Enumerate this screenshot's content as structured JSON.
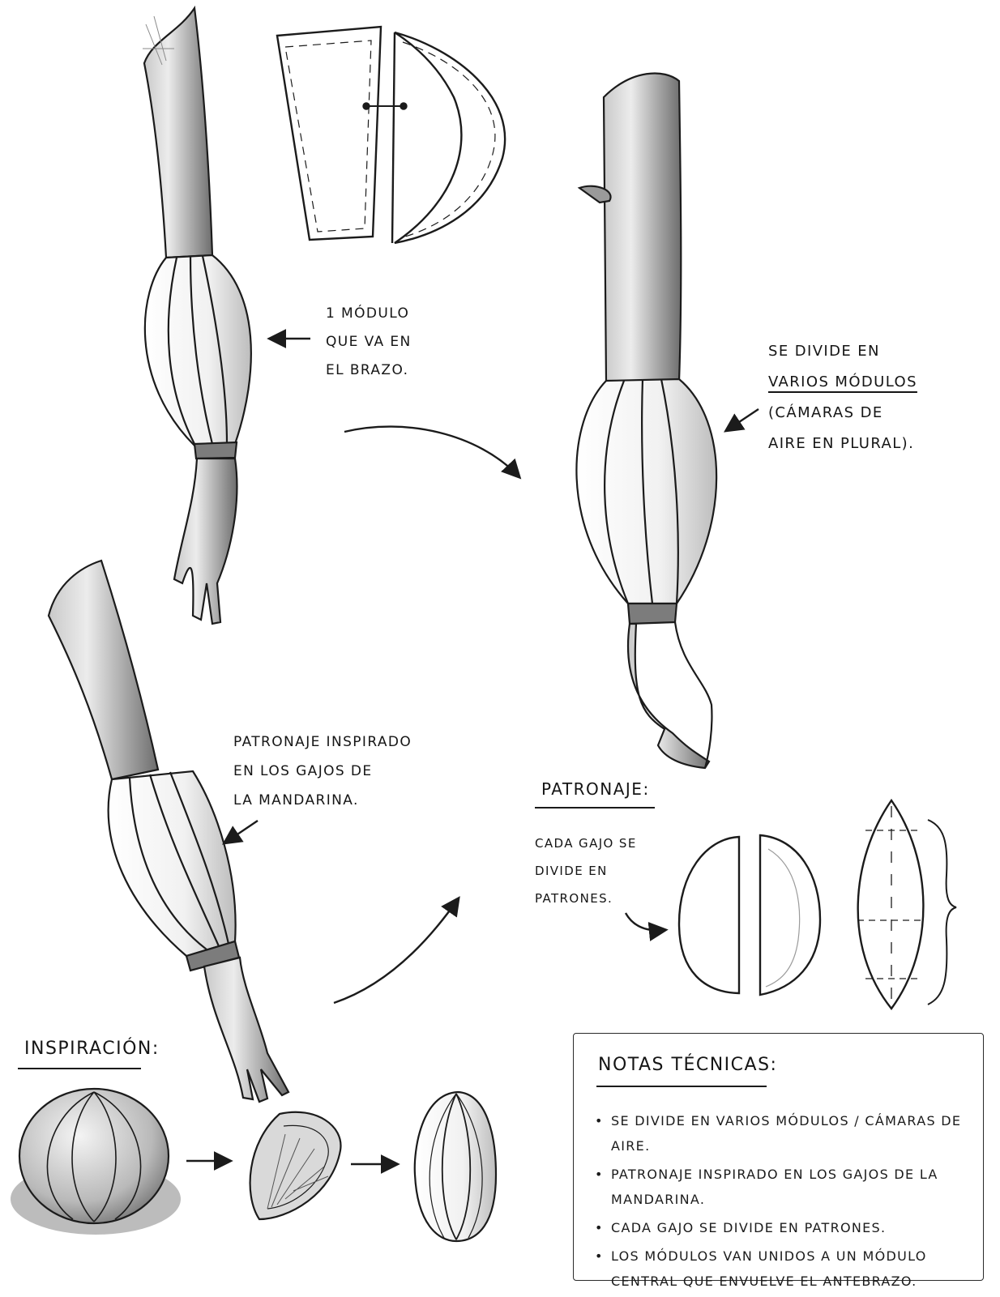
{
  "labels": {
    "one_module": [
      "1 MÓDULO",
      "QUE VA EN",
      "EL BRAZO."
    ],
    "divides": {
      "line1": "SE DIVIDE EN",
      "line2": "VARIOS MÓDULOS",
      "line3": "(CÁMARAS DE",
      "line4": "AIRE EN PLURAL)."
    },
    "pattern_inspired": [
      "PATRONAJE INSPIRADO",
      "EN LOS GAJOS DE",
      "LA MANDARINA."
    ],
    "each_segment": [
      "CADA GAJO SE",
      "DIVIDE EN",
      "PATRONES."
    ]
  },
  "headings": {
    "patronaje": "PATRONAJE:",
    "inspiracion": "INSPIRACIÓN:"
  },
  "notes": {
    "title": "NOTAS TÉCNICAS:",
    "bullet": "•",
    "items": [
      "SE DIVIDE EN VARIOS MÓDULOS / CÁMARAS DE AIRE.",
      "PATRONAJE INSPIRADO EN LOS GAJOS DE LA MANDARINA.",
      "CADA GAJO SE DIVIDE EN PATRONES.",
      "LOS MÓDULOS VAN UNIDOS A UN MÓDULO CENTRAL QUE ENVUELVE EL ANTEBRAZO."
    ]
  }
}
